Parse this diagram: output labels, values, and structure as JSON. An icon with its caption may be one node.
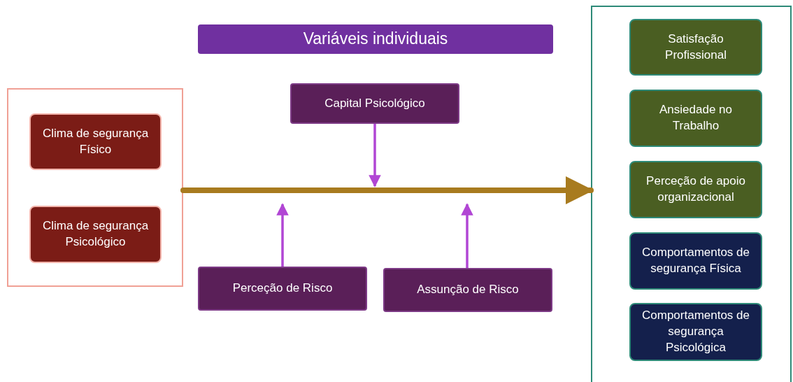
{
  "diagram": {
    "nodes": [
      {
        "text": [],
        "shape": "box"
      },
      {
        "text": [
          "Clima de segurança Físico"
        ],
        "in": 0
      },
      {
        "text": [
          "Clima de segurança Psicológico"
        ],
        "in": 0
      },
      {
        "text": [
          "Variáveis individuais"
        ]
      },
      {
        "text": [
          "Capital Psicológico"
        ]
      },
      {
        "text": [
          "Perceção de Risco"
        ]
      },
      {
        "text": [
          "Assunção de Risco"
        ]
      },
      {
        "text": [],
        "shape": "box"
      },
      {
        "text": [
          "Satisfação Profissional"
        ],
        "in": 7
      },
      {
        "text": [
          "Ansiedade no Trabalho"
        ],
        "in": 7
      },
      {
        "text": [
          "Perceção de apoio organizacional"
        ],
        "in": 7
      },
      {
        "text": [
          "Comportamentos de segurança Física"
        ],
        "in": 7
      },
      {
        "text": [
          "Comportamentos de segurança Psicológica"
        ],
        "in": 7
      }
    ],
    "edges": [
      {
        "from": 0,
        "to": 7,
        "arrow": "to",
        "style": "thick",
        "color": "#a87b1f"
      },
      {
        "from": 4,
        "to": null,
        "arrow": "to"
      },
      {
        "from": 5,
        "to": null,
        "arrow": "to"
      },
      {
        "from": 6,
        "to": null,
        "arrow": "to"
      }
    ]
  }
}
